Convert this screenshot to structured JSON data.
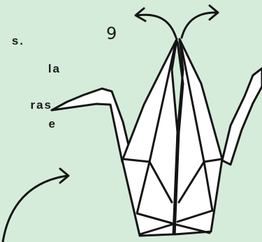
{
  "text_fragments": [
    "s.",
    "la",
    "ras",
    "e"
  ],
  "step_number": "9",
  "colors": {
    "background": "#d6ecdb",
    "ink": "#141414",
    "paper": "#ffffff"
  }
}
